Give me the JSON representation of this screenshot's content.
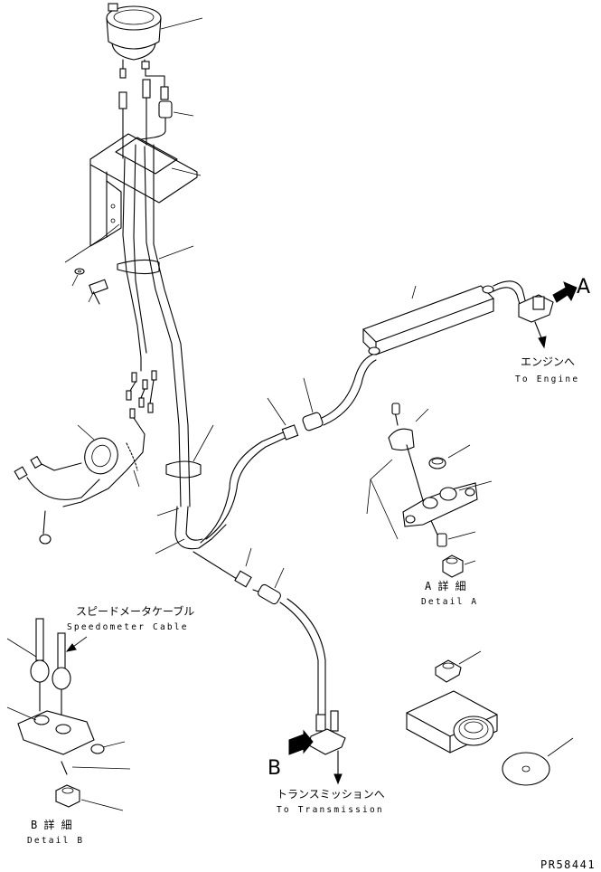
{
  "labels": {
    "speedometer_cable_jp": "スピードメータケーブル",
    "speedometer_cable_en": "Speedometer Cable",
    "to_engine_jp": "エンジンへ",
    "to_engine_en": "To Engine",
    "to_transmission_jp": "トランスミッションへ",
    "to_transmission_en": "To Transmission",
    "detail_a_jp": "A 詳 細",
    "detail_a_en": "Detail A",
    "detail_b_jp": "B 詳 細",
    "detail_b_en": "Detail B",
    "marker_a": "A",
    "marker_b": "B",
    "drawing_number": "PR58441"
  }
}
